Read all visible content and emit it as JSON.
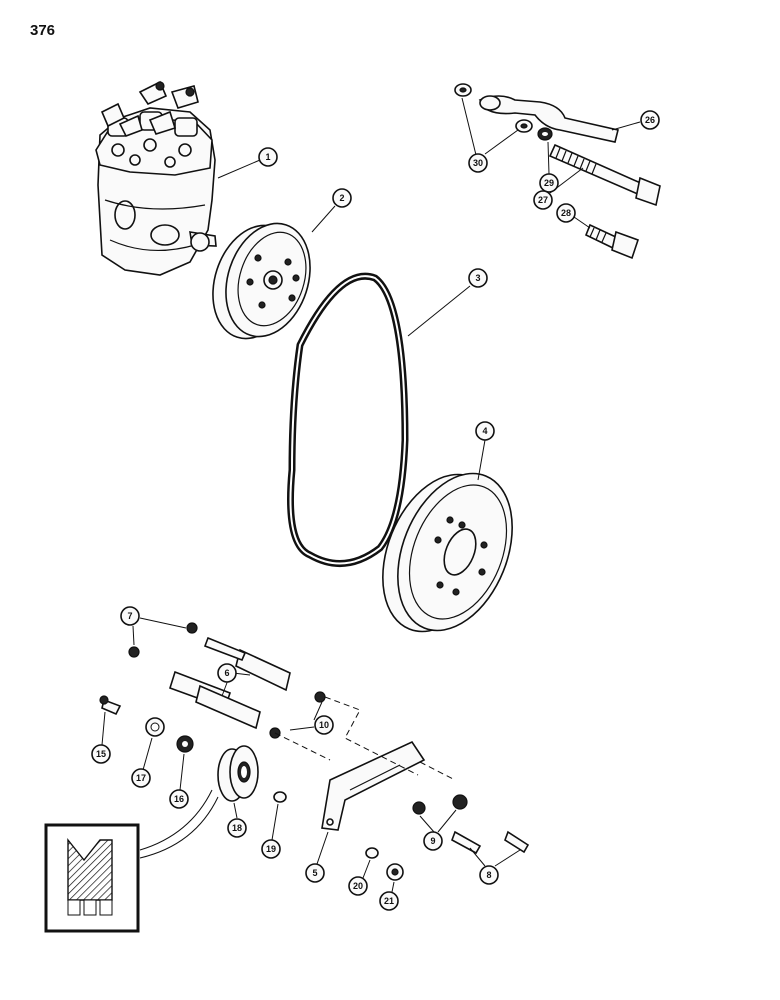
{
  "page_number": "376",
  "callouts": {
    "c1": "1",
    "c2": "2",
    "c3": "3",
    "c4": "4",
    "c5": "5",
    "c6": "6",
    "c7": "7",
    "c8": "8",
    "c9": "9",
    "c10": "10",
    "c15": "15",
    "c16": "16",
    "c17": "17",
    "c18": "18",
    "c19": "19",
    "c20": "20",
    "c21": "21",
    "c26": "26",
    "c27": "27",
    "c28": "28",
    "c29": "29",
    "c30": "30"
  }
}
